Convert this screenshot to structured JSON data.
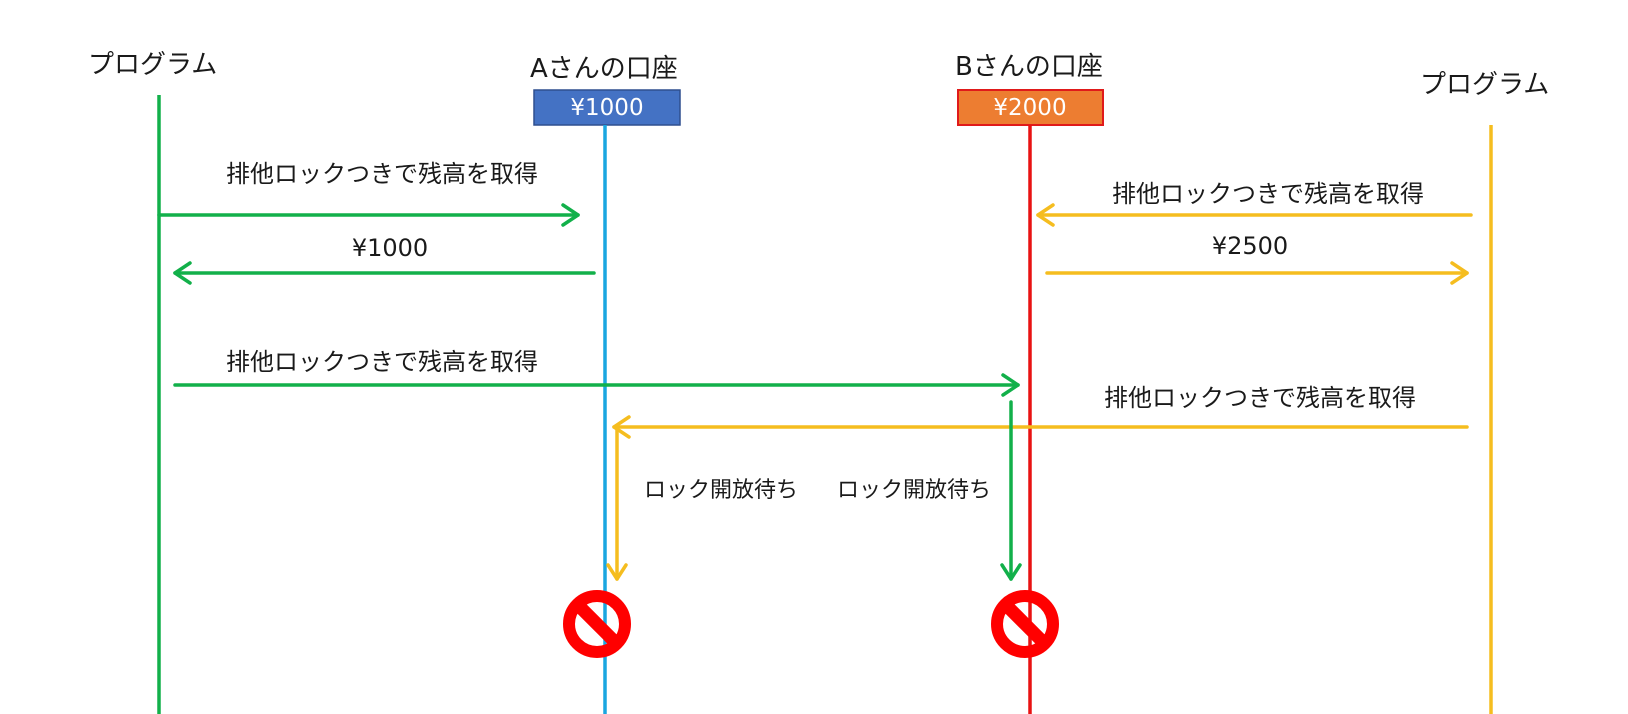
{
  "colors": {
    "program_left": "#12b04a",
    "account_a": "#1aa6e0",
    "account_b": "#e81212",
    "program_right": "#f5bd1f",
    "box_a_fill": "#4472c4",
    "box_b_fill": "#ed7d31",
    "prohibit_red": "#ff0000"
  },
  "participants": {
    "program_left": {
      "label": "プログラム"
    },
    "account_a": {
      "label": "Aさんの口座",
      "balance": "¥1000"
    },
    "account_b": {
      "label": "Bさんの口座",
      "balance": "¥2000"
    },
    "program_right": {
      "label": "プログラム"
    }
  },
  "messages": {
    "m1": "排他ロックつきで残高を取得",
    "m2": "排他ロックつきで残高を取得",
    "m3": "¥1000",
    "m4": "¥2500",
    "m5": "排他ロックつきで残高を取得",
    "m6": "排他ロックつきで残高を取得"
  },
  "waits": {
    "w1": "ロック開放待ち",
    "w2": "ロック開放待ち"
  },
  "icons": [
    "prohibited-icon",
    "prohibited-icon"
  ]
}
